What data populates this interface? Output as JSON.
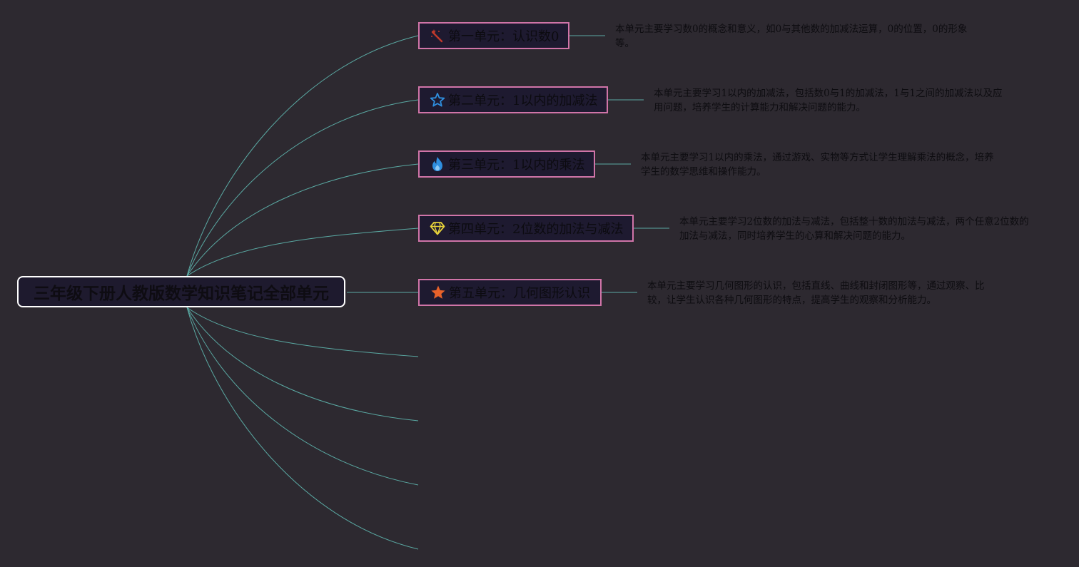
{
  "root": {
    "title": "三年级下册人教版数学知识笔记全部单元"
  },
  "units": [
    {
      "icon": "magic-wand-icon",
      "label": "第一单元：认识数0",
      "description": "本单元主要学习数0的概念和意义，如0与其他数的加减法运算，0的位置，0的形象等。"
    },
    {
      "icon": "star-outline-icon",
      "label": "第二单元：1以内的加减法",
      "description": "本单元主要学习1以内的加减法，包括数0与1的加减法，1与1之间的加减法以及应用问题，培养学生的计算能力和解决问题的能力。"
    },
    {
      "icon": "flame-icon",
      "label": "第三单元：1以内的乘法",
      "description": "本单元主要学习1以内的乘法，通过游戏、实物等方式让学生理解乘法的概念，培养学生的数学思维和操作能力。"
    },
    {
      "icon": "diamond-icon",
      "label": "第四单元：2位数的加法与减法",
      "description": "本单元主要学习2位数的加法与减法，包括整十数的加法与减法，两个任意2位数的加法与减法，同时培养学生的心算和解决问题的能力。"
    },
    {
      "icon": "star-filled-icon",
      "label": "第五单元：几何图形认识",
      "description": "本单元主要学习几何图形的认识，包括直线、曲线和封闭图形等，通过观察、比较，让学生认识各种几何图形的特点，提高学生的观察和分析能力。"
    }
  ],
  "colors": {
    "background": "#2d2930",
    "connector": "#5aa9a3",
    "unit_border": "#d074a8",
    "root_border": "#ffffff",
    "icon_wand": "#c0392b",
    "icon_star_outline": "#2f8fe0",
    "icon_flame": "#2f8fe0",
    "icon_diamond": "#e8d33a",
    "icon_star_filled": "#e8622a"
  }
}
